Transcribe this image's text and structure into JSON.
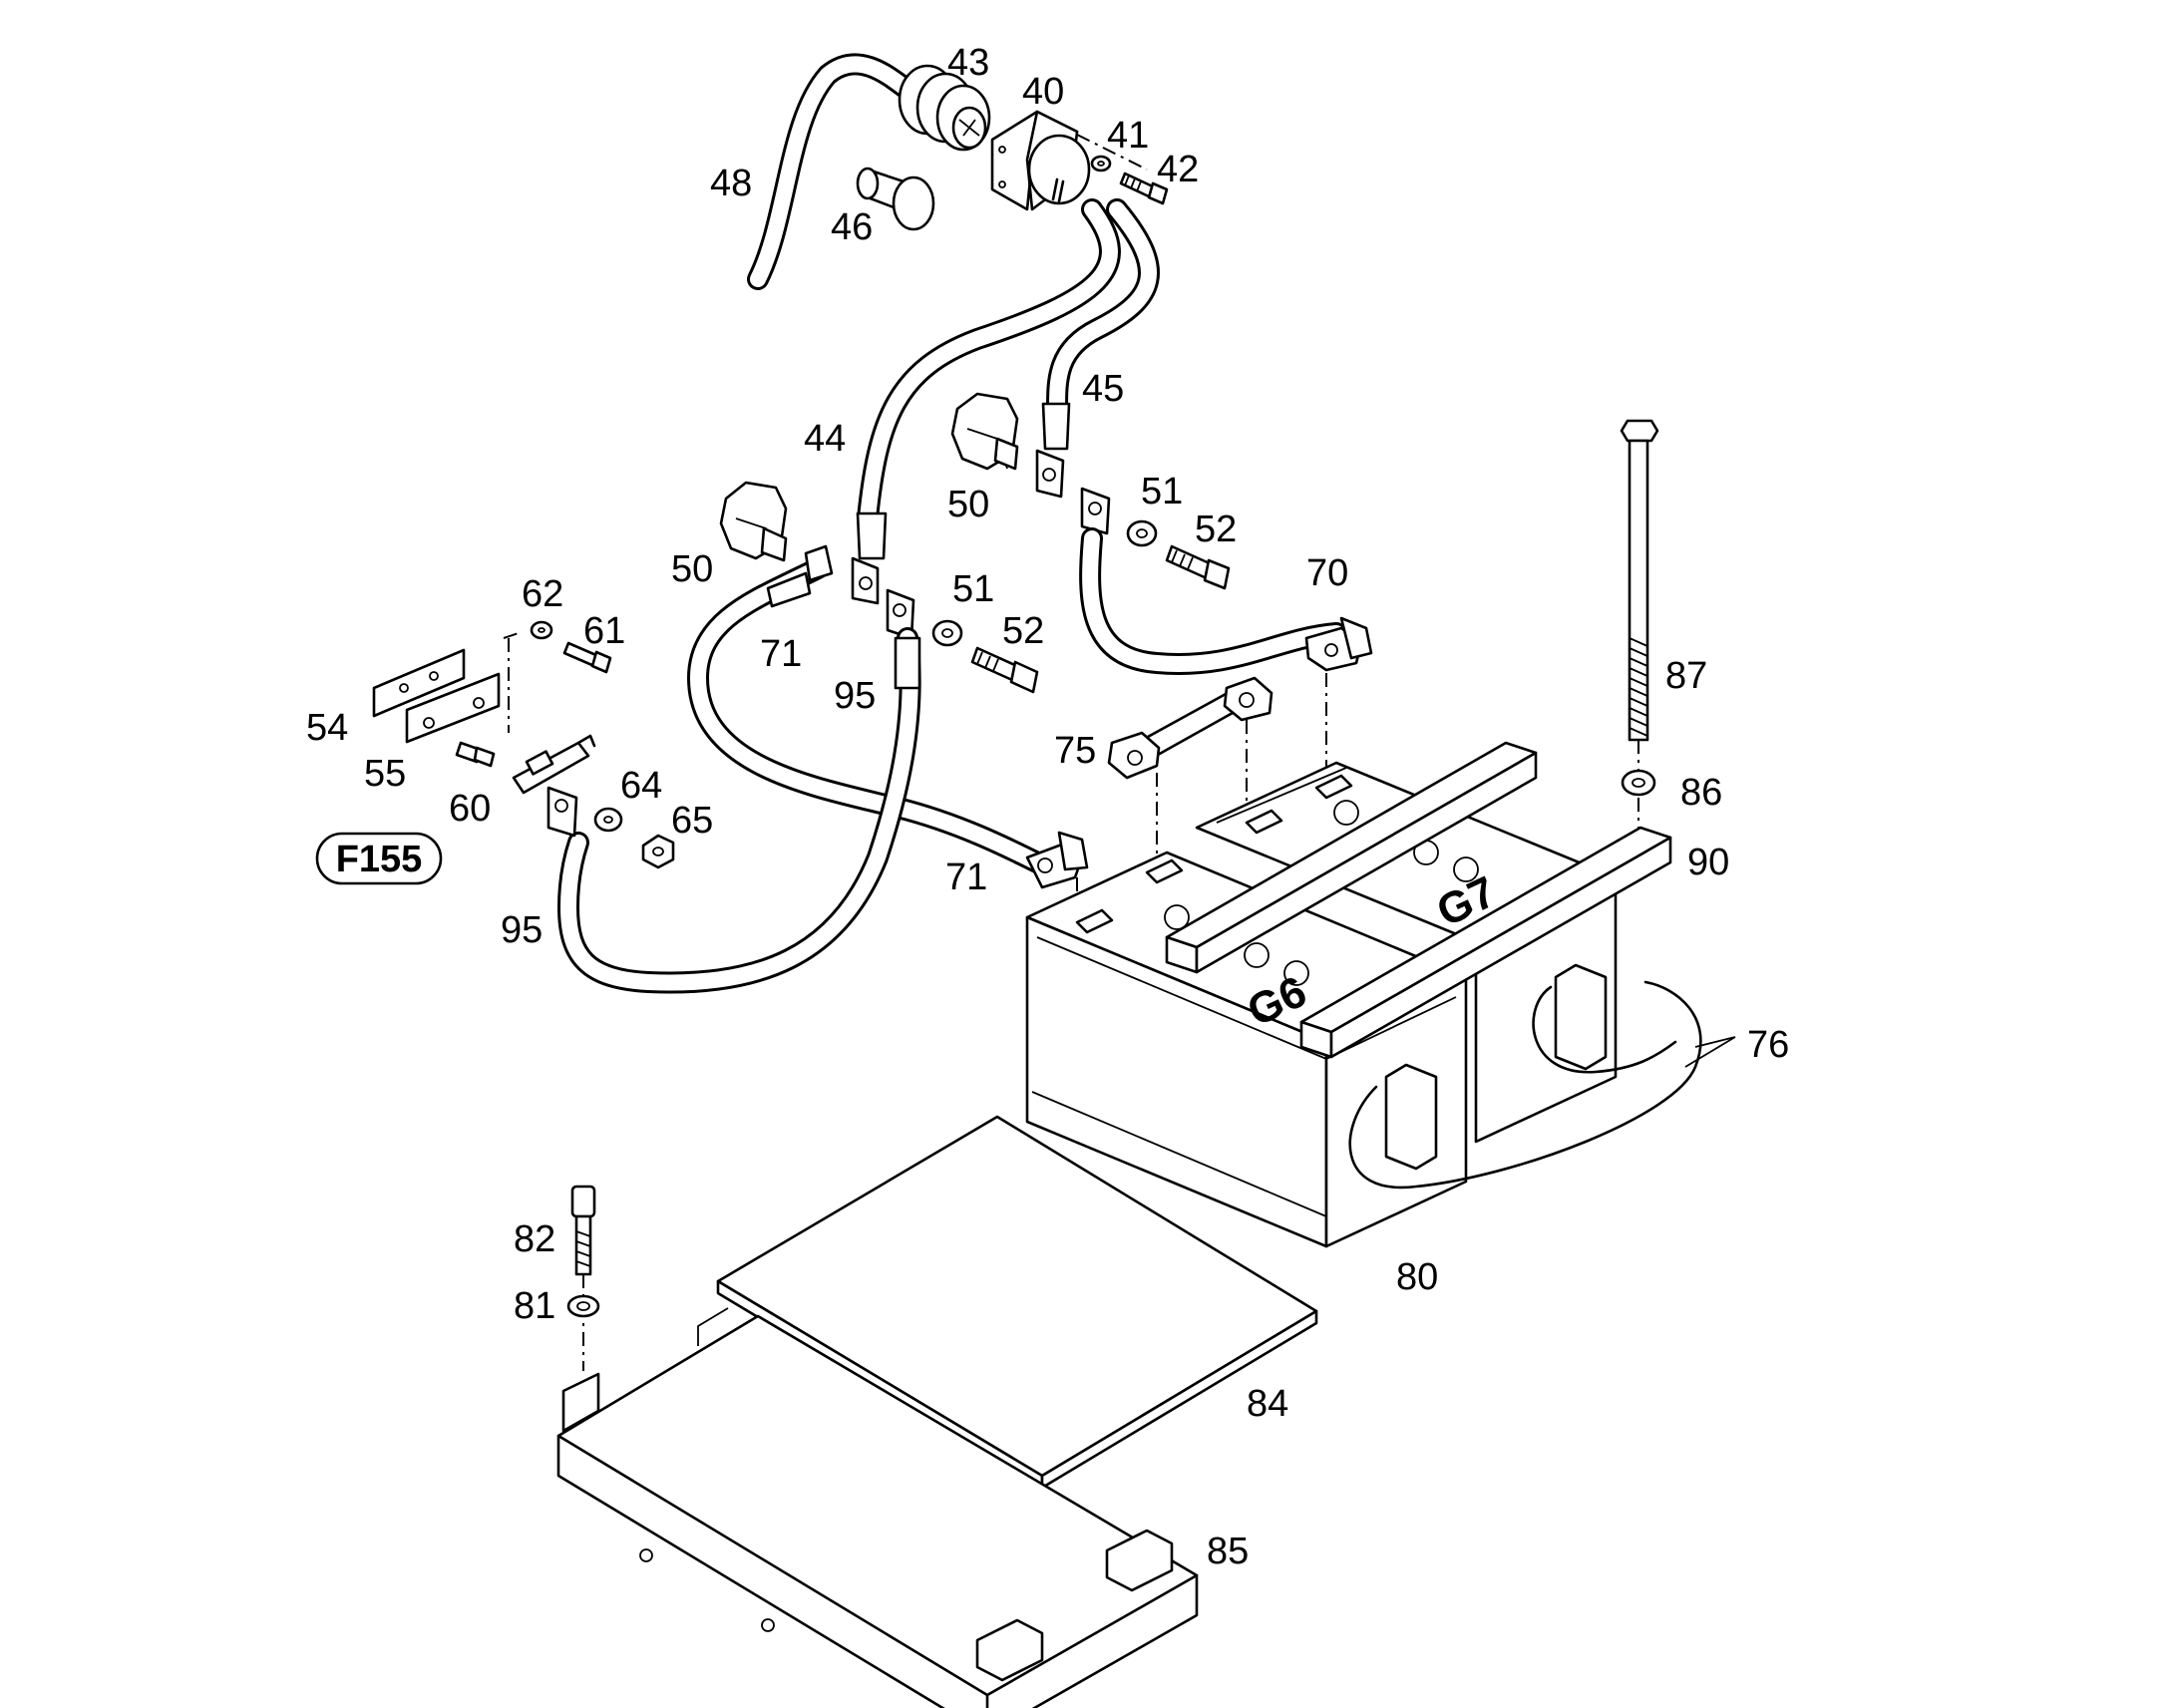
{
  "figure_code": "F155",
  "battery_marks": [
    "G6",
    "G7"
  ],
  "callouts": [
    {
      "id": "c43",
      "text": "43"
    },
    {
      "id": "c40",
      "text": "40"
    },
    {
      "id": "c41",
      "text": "41"
    },
    {
      "id": "c42",
      "text": "42"
    },
    {
      "id": "c48",
      "text": "48"
    },
    {
      "id": "c46",
      "text": "46"
    },
    {
      "id": "c45",
      "text": "45"
    },
    {
      "id": "c44",
      "text": "44"
    },
    {
      "id": "c50a",
      "text": "50"
    },
    {
      "id": "c50b",
      "text": "50"
    },
    {
      "id": "c51a",
      "text": "51"
    },
    {
      "id": "c52a",
      "text": "52"
    },
    {
      "id": "c51b",
      "text": "51"
    },
    {
      "id": "c52b",
      "text": "52"
    },
    {
      "id": "c70",
      "text": "70"
    },
    {
      "id": "c62",
      "text": "62"
    },
    {
      "id": "c61",
      "text": "61"
    },
    {
      "id": "c71a",
      "text": "71"
    },
    {
      "id": "c71b",
      "text": "71"
    },
    {
      "id": "c95a",
      "text": "95"
    },
    {
      "id": "c95b",
      "text": "95"
    },
    {
      "id": "c54",
      "text": "54"
    },
    {
      "id": "c55",
      "text": "55"
    },
    {
      "id": "c60",
      "text": "60"
    },
    {
      "id": "c64",
      "text": "64"
    },
    {
      "id": "c65",
      "text": "65"
    },
    {
      "id": "c75",
      "text": "75"
    },
    {
      "id": "c87",
      "text": "87"
    },
    {
      "id": "c86",
      "text": "86"
    },
    {
      "id": "c90",
      "text": "90"
    },
    {
      "id": "c76",
      "text": "76"
    },
    {
      "id": "c80",
      "text": "80"
    },
    {
      "id": "c82",
      "text": "82"
    },
    {
      "id": "c81",
      "text": "81"
    },
    {
      "id": "c84",
      "text": "84"
    },
    {
      "id": "c85",
      "text": "85"
    }
  ]
}
